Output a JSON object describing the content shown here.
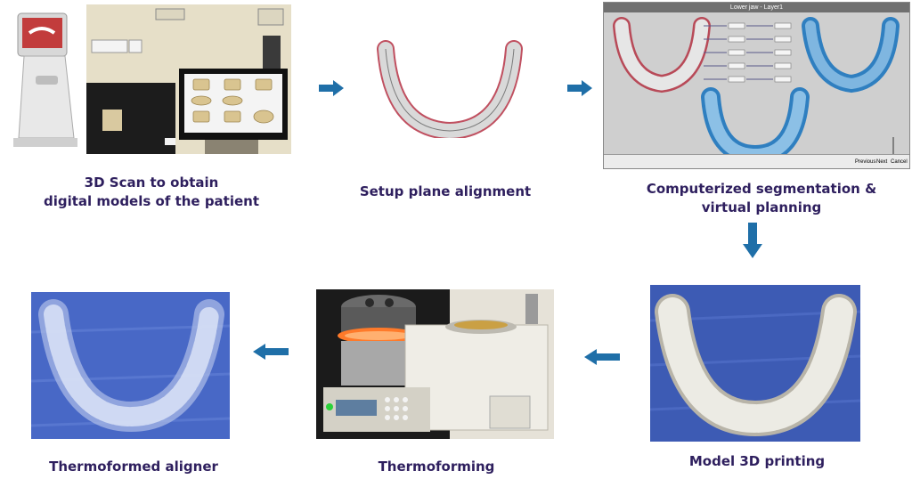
{
  "steps": [
    {
      "caption_line1": "3D Scan to obtain",
      "caption_line2": "digital models of the patient"
    },
    {
      "caption": "Setup plane alignment"
    },
    {
      "caption_line1": "Computerized segmentation &",
      "caption_line2": "virtual planning"
    },
    {
      "caption": "Model 3D printing"
    },
    {
      "caption": "Thermoforming"
    },
    {
      "caption": "Thermoformed aligner"
    }
  ],
  "software": {
    "window_title": "Lower jaw - Layer1",
    "buttons": [
      "Previous",
      "Next",
      "Cancel"
    ]
  },
  "colors": {
    "caption": "#2e1f5e",
    "arrow": "#1f6fa8",
    "segment_blue": "#2f7fc0",
    "cloth_blue": "#3d5bb4"
  },
  "icons": [
    "right-arrow-icon",
    "down-arrow-icon",
    "left-arrow-icon"
  ]
}
